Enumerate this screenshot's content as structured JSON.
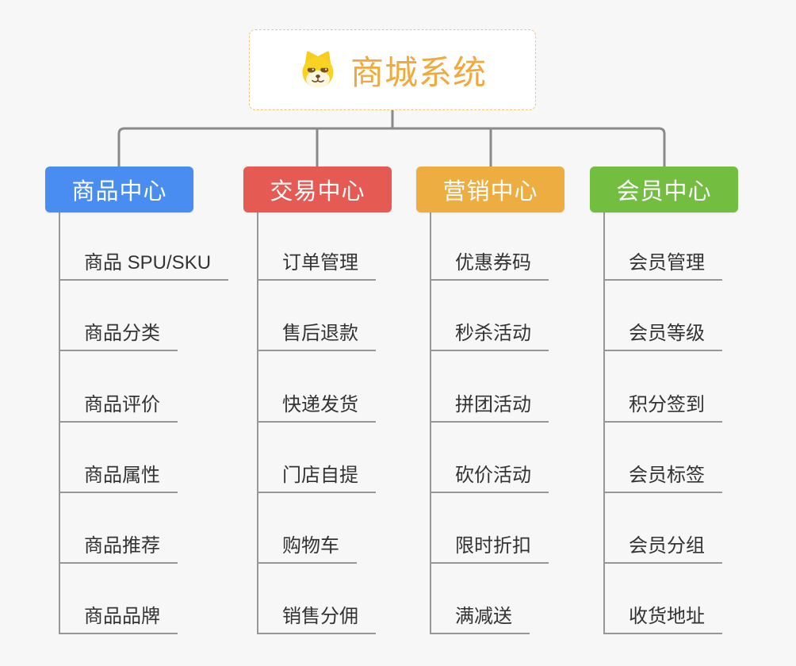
{
  "root": {
    "title": "商城系统",
    "title_color": "#f0a93c",
    "border_color": "#f2c27e",
    "icon": "doge-icon"
  },
  "connector_color": "#8a8a8a",
  "line_color": "#979797",
  "background_color": "#f7f7f7",
  "branches": [
    {
      "label": "商品中心",
      "color": "#4a8df0",
      "items": [
        "商品 SPU/SKU",
        "商品分类",
        "商品评价",
        "商品属性",
        "商品推荐",
        "商品品牌"
      ]
    },
    {
      "label": "交易中心",
      "color": "#e55a52",
      "items": [
        "订单管理",
        "售后退款",
        "快递发货",
        "门店自提",
        "购物车",
        "销售分佣"
      ]
    },
    {
      "label": "营销中心",
      "color": "#eead40",
      "items": [
        "优惠券码",
        "秒杀活动",
        "拼团活动",
        "砍价活动",
        "限时折扣",
        "满减送"
      ]
    },
    {
      "label": "会员中心",
      "color": "#73bd40",
      "items": [
        "会员管理",
        "会员等级",
        "积分签到",
        "会员标签",
        "会员分组",
        "收货地址"
      ]
    }
  ]
}
